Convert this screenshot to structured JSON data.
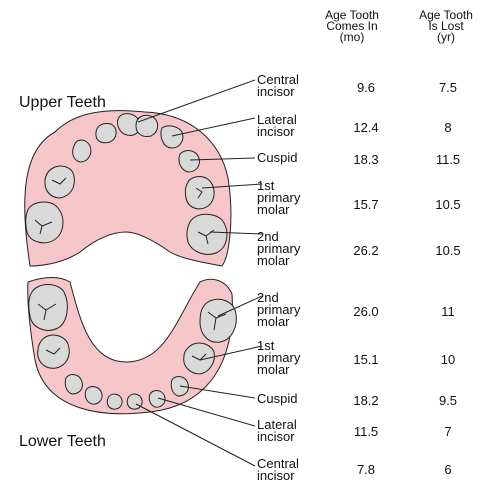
{
  "headers": {
    "comes_in": "Age Tooth\nComes In\n(mo)",
    "lost": "Age Tooth\nIs Lost\n(yr)"
  },
  "jaws": {
    "upper": "Upper Teeth",
    "lower": "Lower Teeth"
  },
  "upper": [
    {
      "name": "Central\nincisor",
      "comes_in": "9.6",
      "lost": "7.5"
    },
    {
      "name": "Lateral\nincisor",
      "comes_in": "12.4",
      "lost": "8"
    },
    {
      "name": "Cuspid",
      "comes_in": "18.3",
      "lost": "11.5"
    },
    {
      "name": "1st\nprimary\nmolar",
      "comes_in": "15.7",
      "lost": "10.5"
    },
    {
      "name": "2nd\nprimary\nmolar",
      "comes_in": "26.2",
      "lost": "10.5"
    }
  ],
  "lower": [
    {
      "name": "2nd\nprimary\nmolar",
      "comes_in": "26.0",
      "lost": "11"
    },
    {
      "name": "1st\nprimary\nmolar",
      "comes_in": "15.1",
      "lost": "10"
    },
    {
      "name": "Cuspid",
      "comes_in": "18.2",
      "lost": "9.5"
    },
    {
      "name": "Lateral\nincisor",
      "comes_in": "11.5",
      "lost": "7"
    },
    {
      "name": "Central\nincisor",
      "comes_in": "7.8",
      "lost": "6"
    }
  ],
  "colors": {
    "gum": "#f7c6c8",
    "tooth": "#d9d9d9",
    "outline": "#222222"
  }
}
